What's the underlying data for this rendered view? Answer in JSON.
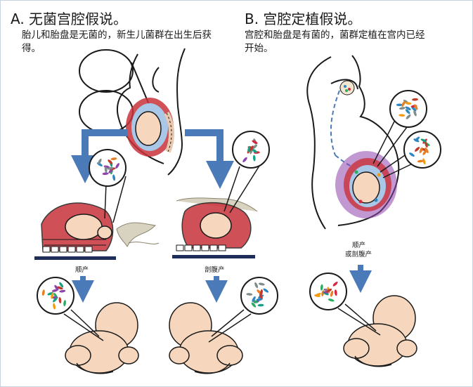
{
  "panel_a": {
    "title": "A. 无菌宫腔假说。",
    "description": "胎儿和胎盘是无菌的，新生儿菌群在出生后获得。",
    "route_vaginal": "顺产",
    "route_cesarean": "剖腹产"
  },
  "panel_b": {
    "title": "B. 宫腔定植假说。",
    "description": "宫腔和胎盘是有菌的，菌群定植在宫内已经开始。",
    "route_line1": "顺产",
    "route_line2": "或剖腹产"
  },
  "colors": {
    "arrow": "#4a7ab8",
    "womb": "#c8323a",
    "fetus": "#f6d7bd",
    "outline": "#1a1a1a",
    "bacteria": [
      "#d7263d",
      "#2e86c1",
      "#27ae60",
      "#f39c12",
      "#8e44ad",
      "#e67e22",
      "#16a085",
      "#c0392b",
      "#7f8c8d"
    ]
  }
}
